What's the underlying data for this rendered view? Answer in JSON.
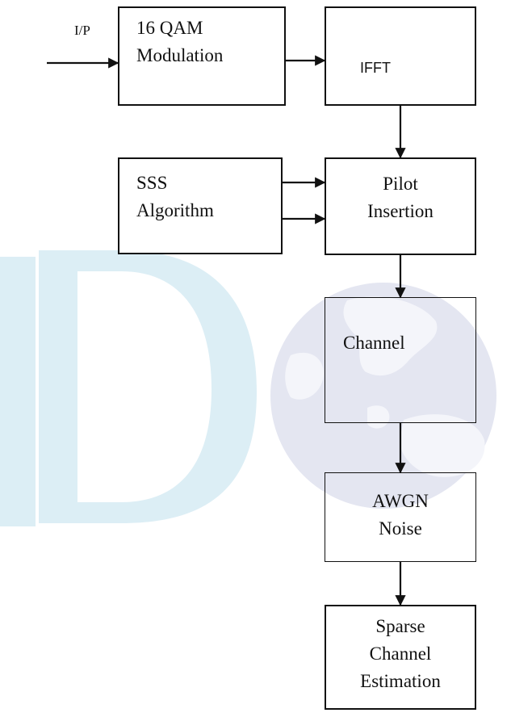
{
  "input_label": "I/P",
  "blocks": {
    "qam": [
      "16 QAM",
      "Modulation"
    ],
    "ifft": [
      "IFFT"
    ],
    "sss": [
      "SSS",
      "Algorithm"
    ],
    "pilot": [
      "Pilot",
      "Insertion"
    ],
    "channel": [
      "Channel"
    ],
    "awgn": [
      "AWGN",
      "Noise"
    ],
    "sparse": [
      "Sparse",
      "Channel",
      "Estimation"
    ]
  },
  "colors": {
    "line": "#111111",
    "watermark_letter": "#dceef5",
    "watermark_globe": "#e4e6f1",
    "watermark_land": "#f4f5fa"
  }
}
